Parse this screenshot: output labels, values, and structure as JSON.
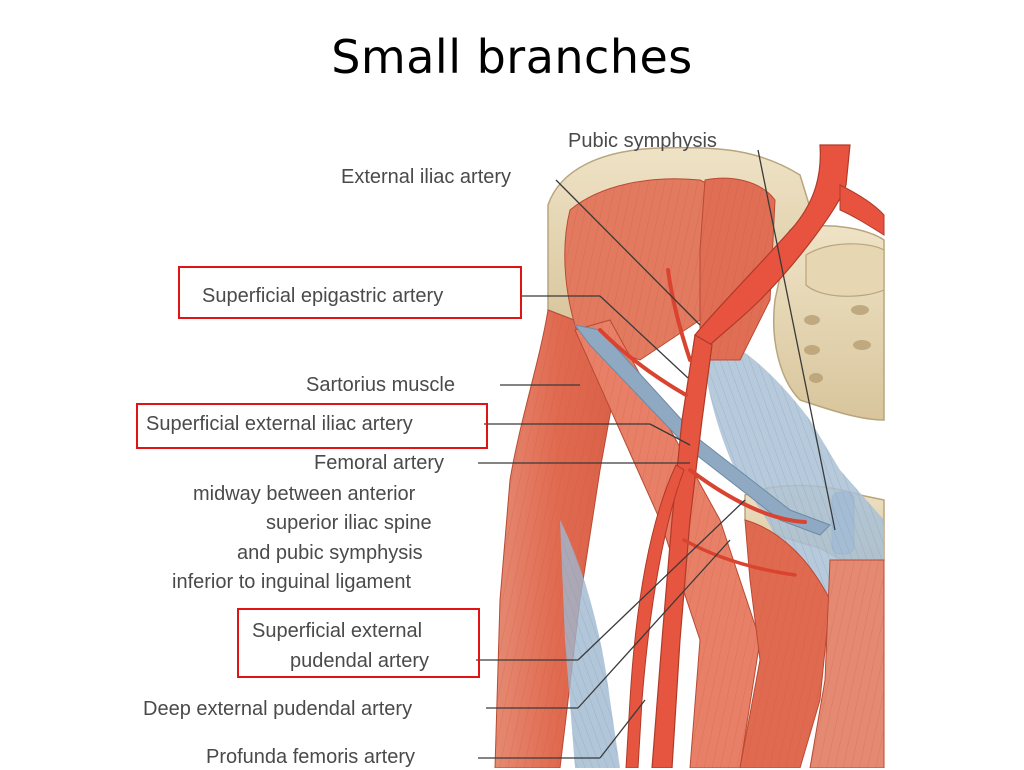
{
  "slide": {
    "title": "Small branches"
  },
  "labels": {
    "pubic_symphysis": "Pubic symphysis",
    "external_iliac_artery": "External iliac artery",
    "superficial_epigastric_artery": "Superficial epigastric artery",
    "sartorius_muscle": "Sartorius muscle",
    "superficial_external_iliac_artery": "Superficial external iliac artery",
    "femoral_artery": "Femoral artery",
    "femoral_note_1": "midway between anterior",
    "femoral_note_2": "superior iliac spine",
    "femoral_note_3": "and pubic symphysis",
    "femoral_note_4": "inferior to inguinal ligament",
    "superficial_external_pudendal_1": "Superficial external",
    "superficial_external_pudendal_2": "pudendal artery",
    "deep_external_pudendal_artery": "Deep external pudendal artery",
    "profunda_femoris_artery": "Profunda femoris artery"
  },
  "colors": {
    "highlight_box": "#e01414",
    "artery": "#e8533f",
    "muscle": "#e2765c",
    "bone": "#e8d9b8"
  }
}
